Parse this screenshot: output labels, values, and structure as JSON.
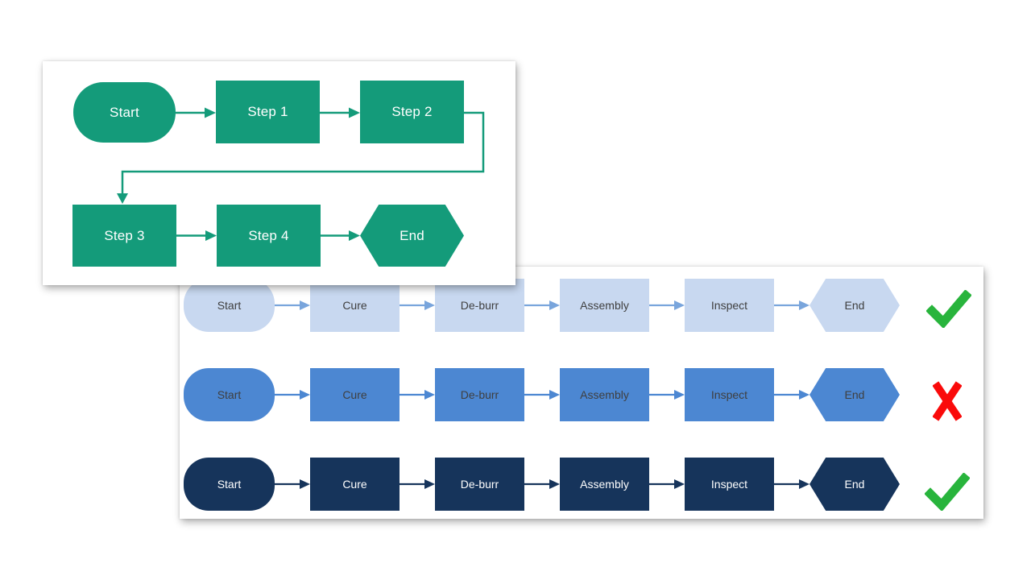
{
  "colors": {
    "page_bg": "#FFFFFF",
    "card_bg": "#FFFFFF",
    "green": "#149B7A",
    "green_text": "#FFFFFF",
    "row_light_fill": "#C8D8F0",
    "row_light_arrow": "#79A5DC",
    "row_mid_fill": "#4C87D2",
    "row_dark_fill": "#16345B",
    "text_dark": "#3F3F3F",
    "text_light": "#FFFFFF",
    "check_green": "#28B43C",
    "cross_red": "#FA0A0A"
  },
  "top_chart": {
    "type": "flowchart",
    "nodes": [
      {
        "shape": "stadium",
        "label": "Start"
      },
      {
        "shape": "rectangle",
        "label": "Step 1"
      },
      {
        "shape": "rectangle",
        "label": "Step 2"
      },
      {
        "shape": "rectangle",
        "label": "Step 3"
      },
      {
        "shape": "rectangle",
        "label": "Step 4"
      },
      {
        "shape": "hexagon",
        "label": "End"
      }
    ]
  },
  "bottom_chart": {
    "type": "flowchart-comparison",
    "rows": [
      {
        "style": "light-blue",
        "verdict": "check",
        "labels": [
          "Start",
          "Cure",
          "De-burr",
          "Assembly",
          "Inspect",
          "End"
        ]
      },
      {
        "style": "medium-blue",
        "verdict": "cross",
        "labels": [
          "Start",
          "Cure",
          "De-burr",
          "Assembly",
          "Inspect",
          "End"
        ]
      },
      {
        "style": "dark-navy",
        "verdict": "check",
        "labels": [
          "Start",
          "Cure",
          "De-burr",
          "Assembly",
          "Inspect",
          "End"
        ]
      }
    ]
  }
}
